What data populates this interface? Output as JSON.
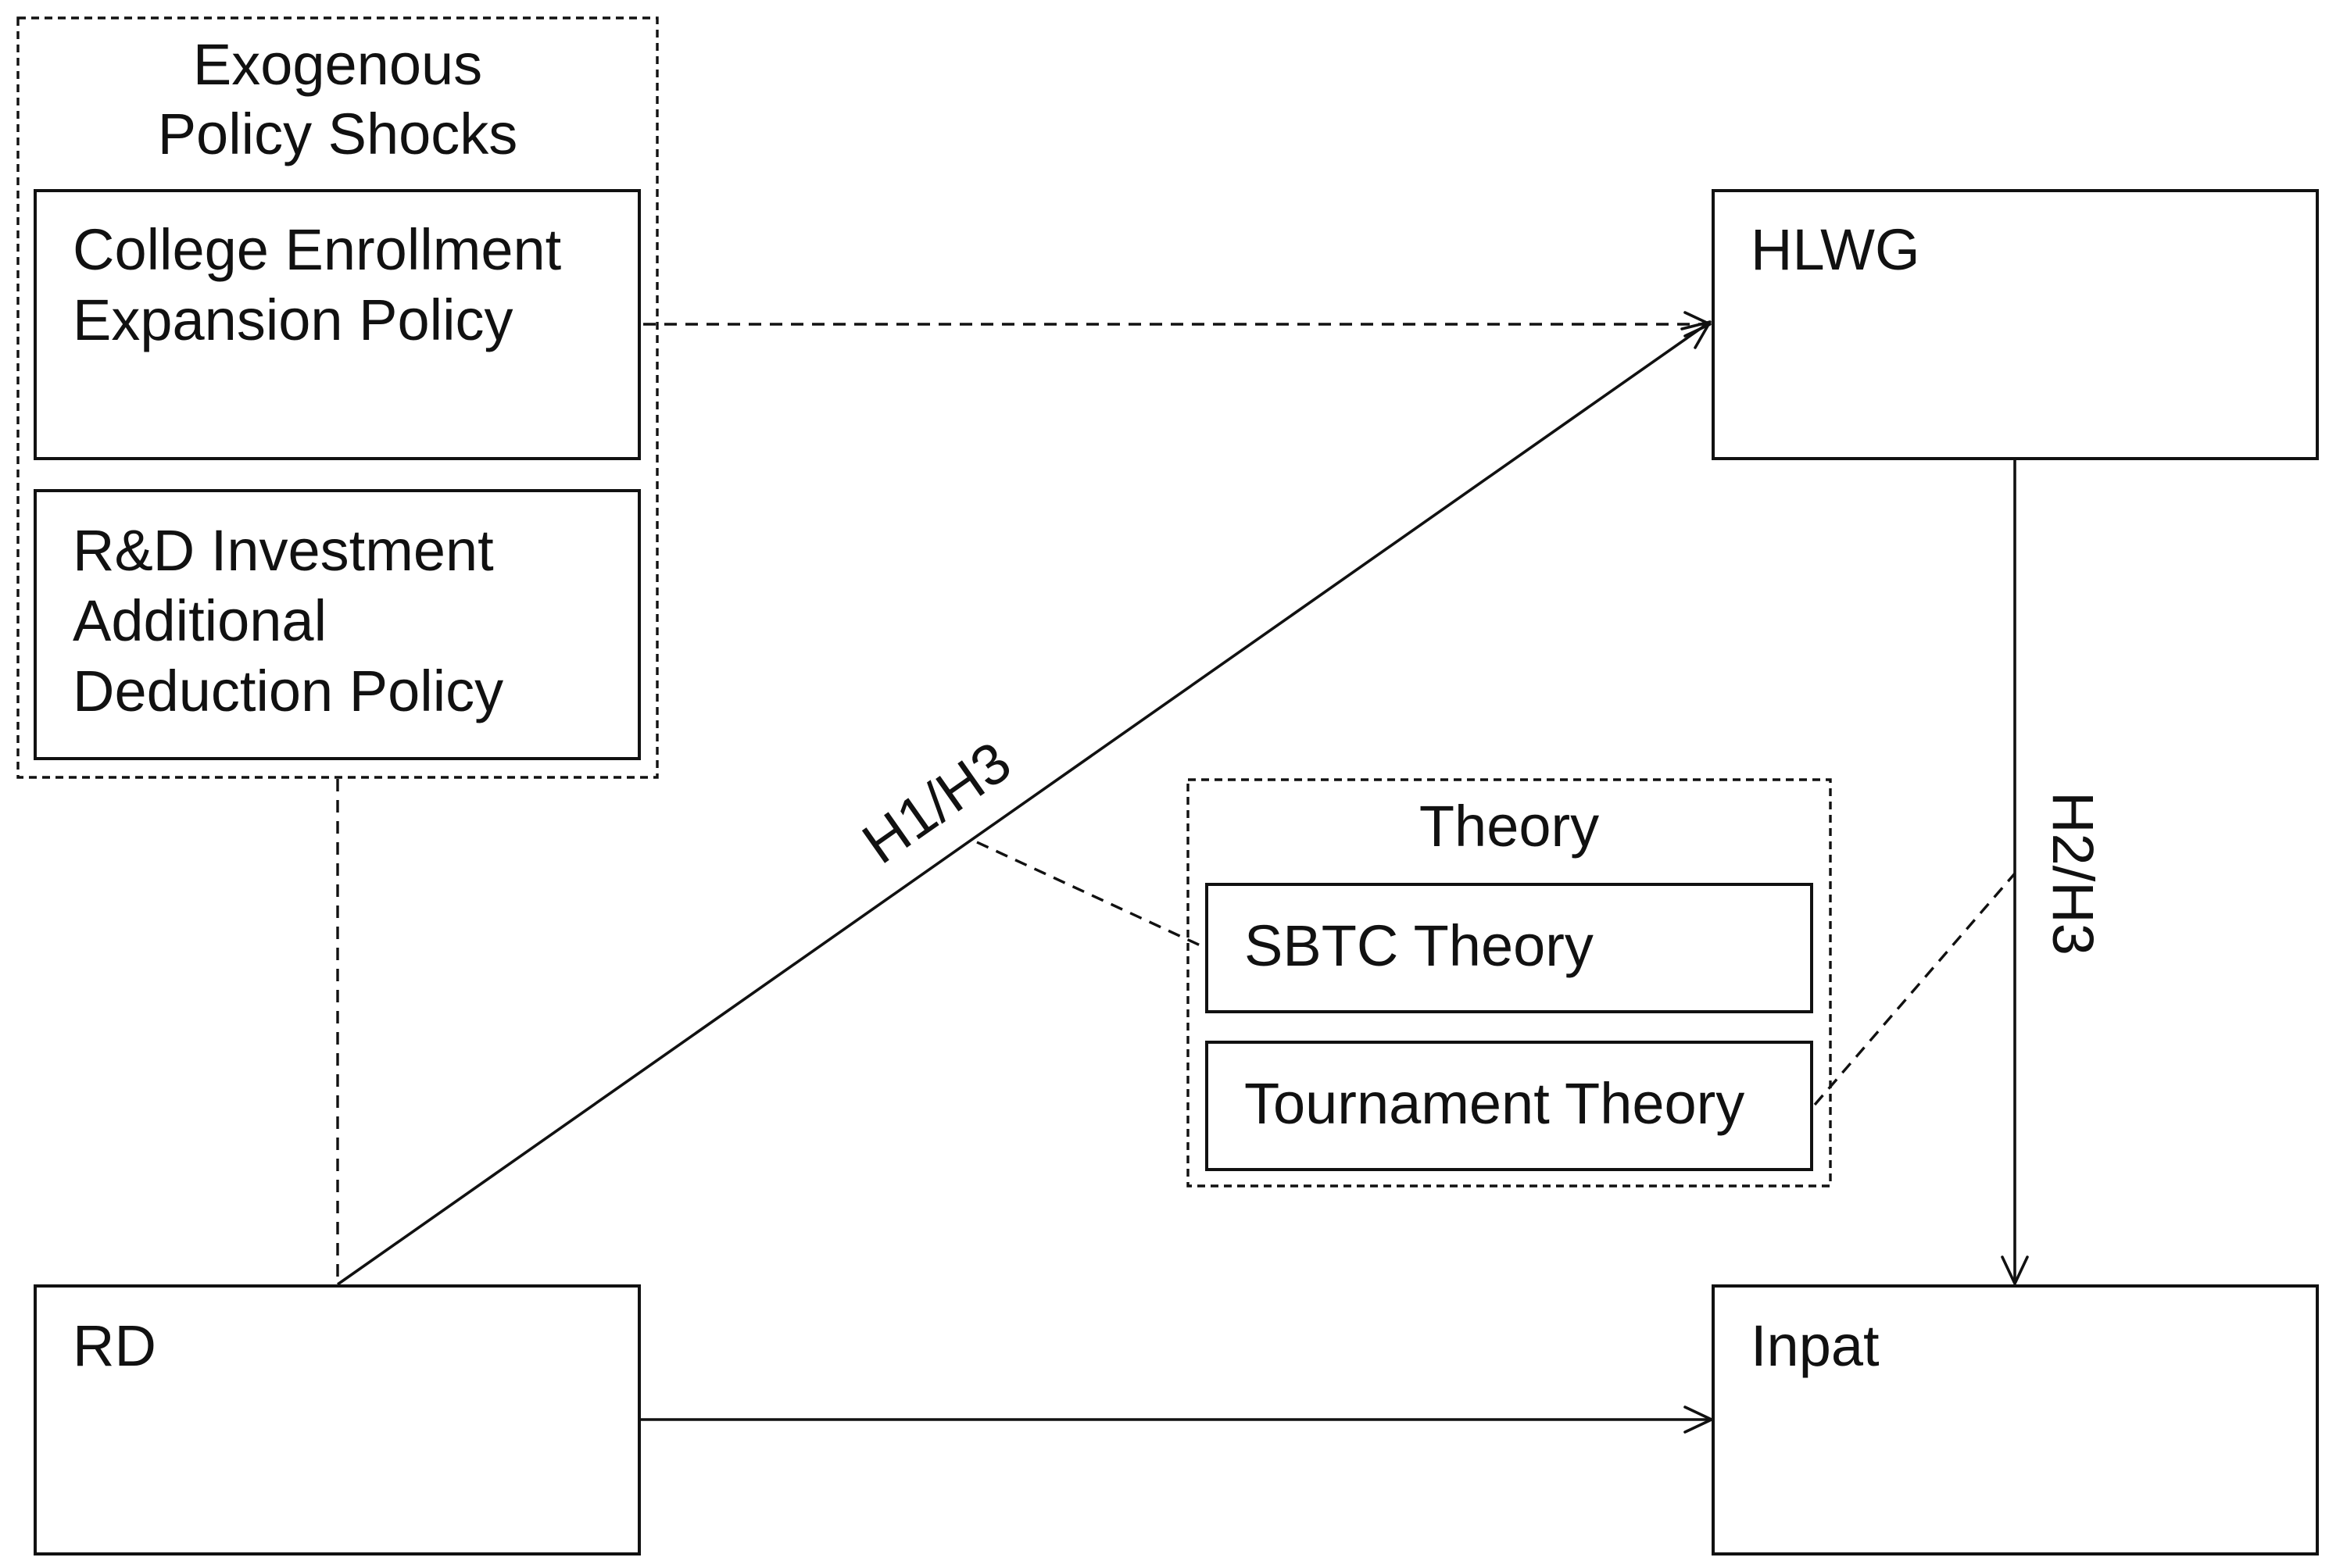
{
  "policy_group": {
    "title_line1": "Exogenous",
    "title_line2": "Policy Shocks",
    "college_policy": {
      "line1": "College Enrollment",
      "line2": "Expansion Policy"
    },
    "rd_policy": {
      "line1": "R&D Investment",
      "line2": "Additional",
      "line3": "Deduction Policy"
    }
  },
  "nodes": {
    "hlwg": "HLWG",
    "rd": "RD",
    "inpat": "Inpat"
  },
  "theory_group": {
    "title": "Theory",
    "sbtc": "SBTC Theory",
    "tournament": "Tournament Theory"
  },
  "edges": {
    "rd_to_hlwg": "H1/H3",
    "hlwg_to_inpat": "H2/H3"
  }
}
